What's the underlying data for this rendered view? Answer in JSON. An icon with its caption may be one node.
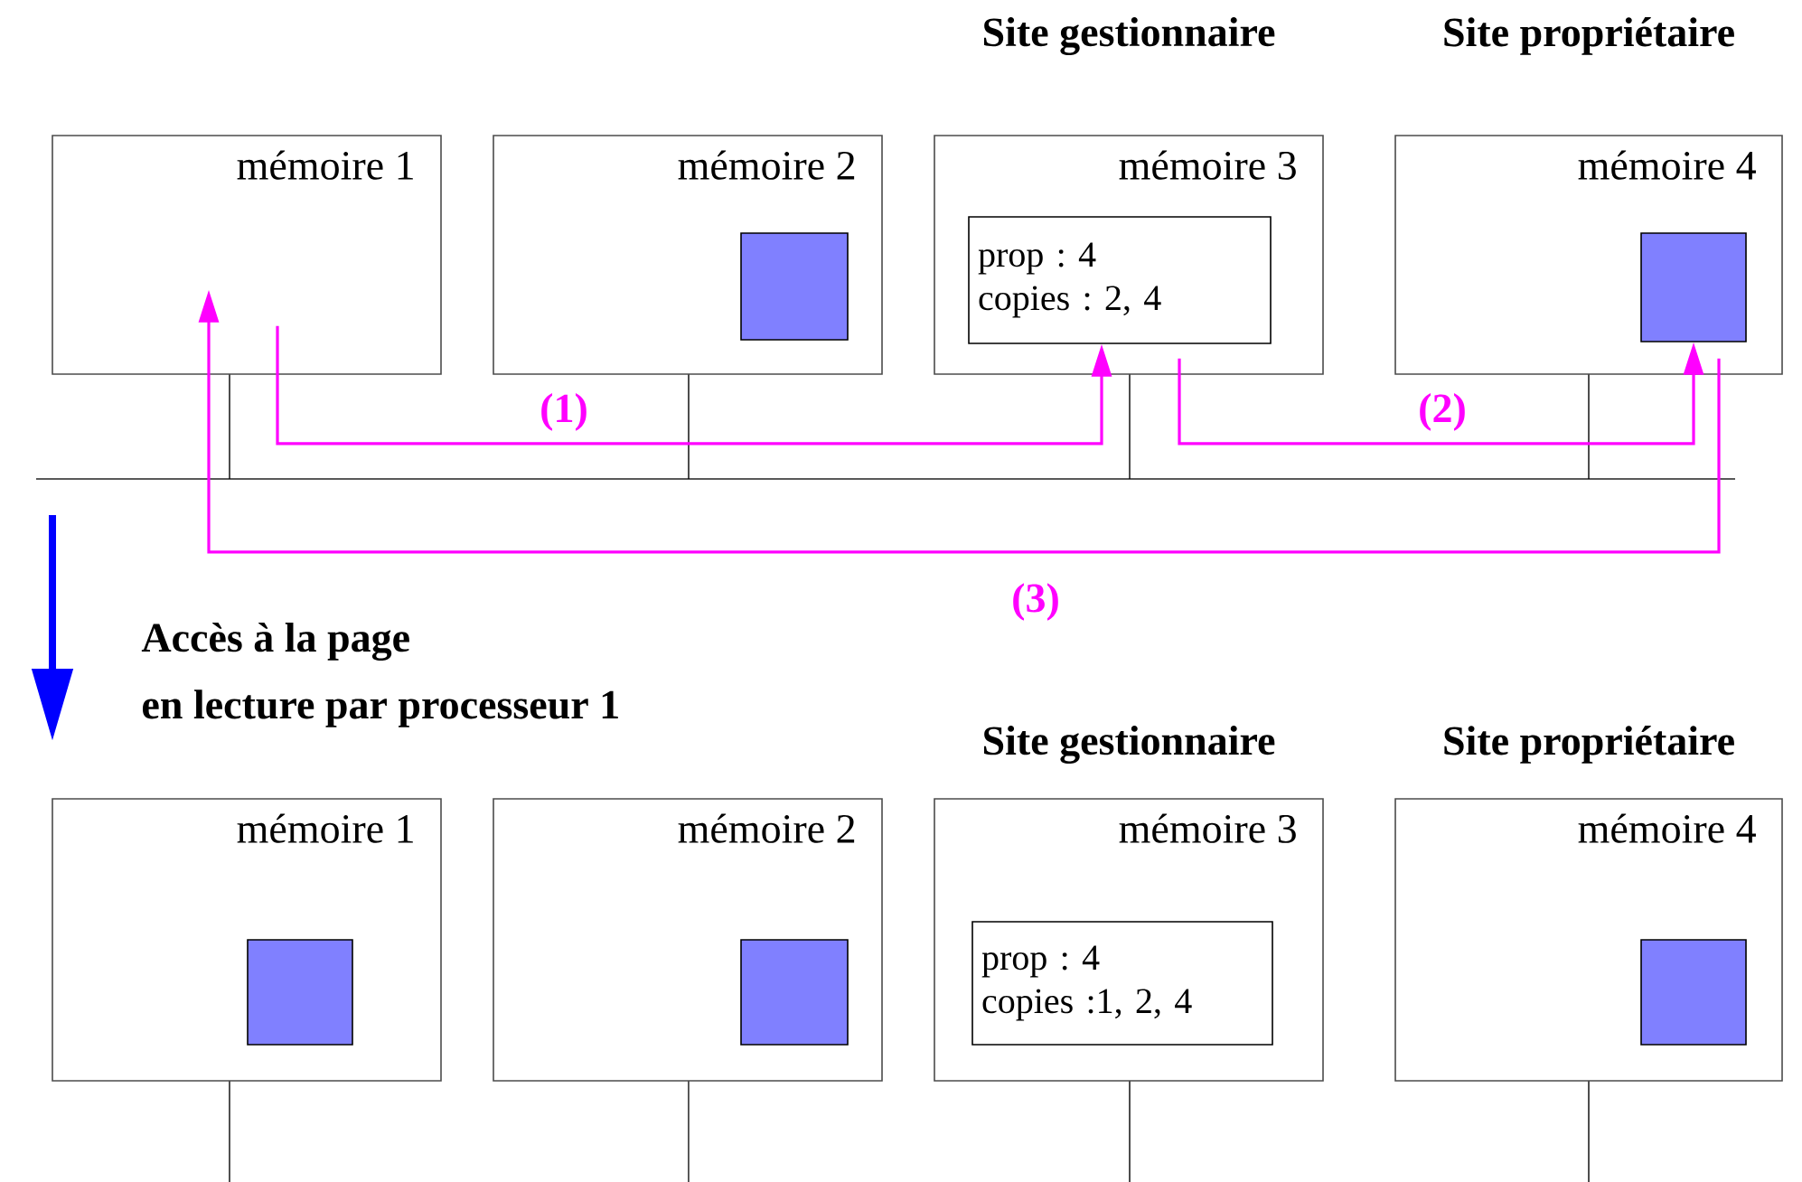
{
  "diagram": {
    "nodes": [
      {
        "text": [
          "mémoire 1"
        ]
      },
      {
        "text": [
          "mémoire 2"
        ]
      },
      {
        "text": [],
        "shape": "box",
        "in": 1
      },
      {
        "text": [
          "mémoire 3"
        ],
        "beside": [
          "Site gestionnaire"
        ]
      },
      {
        "text": [
          "prop : 4",
          "copies : 2, 4"
        ],
        "in": 3
      },
      {
        "text": [
          "mémoire 4"
        ],
        "beside": [
          "Site propriétaire"
        ]
      },
      {
        "text": [],
        "shape": "box",
        "in": 5
      },
      {
        "text": [
          "mémoire 1"
        ]
      },
      {
        "text": [],
        "shape": "box",
        "in": 7
      },
      {
        "text": [
          "mémoire 2"
        ]
      },
      {
        "text": [],
        "shape": "box",
        "in": 9
      },
      {
        "text": [
          "mémoire 3"
        ],
        "beside": [
          "Site gestionnaire"
        ]
      },
      {
        "text": [
          "prop : 4",
          "copies :1, 2, 4"
        ],
        "in": 11
      },
      {
        "text": [
          "mémoire 4"
        ],
        "beside": [
          "Site propriétaire"
        ]
      },
      {
        "text": [],
        "shape": "box",
        "in": 13
      }
    ],
    "edges": [
      {
        "from": 0,
        "to": 4,
        "arrow": "to",
        "label": "(1)"
      },
      {
        "from": 3,
        "to": 6,
        "arrow": "to",
        "label": "(2)"
      },
      {
        "from": 5,
        "to": 0,
        "arrow": "to",
        "label": "(3)"
      }
    ],
    "labels": [
      "Accès à la page",
      "en lecture par processeur 1"
    ]
  }
}
